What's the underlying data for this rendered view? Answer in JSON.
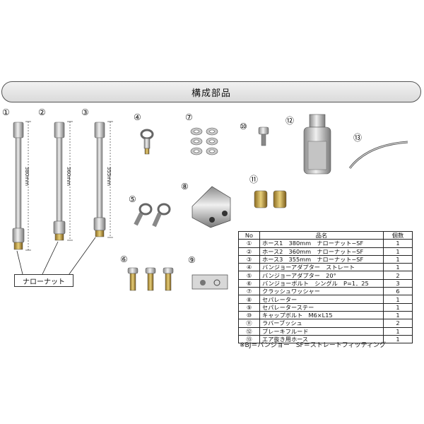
{
  "header": {
    "title": "構成部品"
  },
  "markers": [
    "①",
    "②",
    "③",
    "④",
    "⑤",
    "⑥",
    "⑦",
    "⑧",
    "⑨",
    "⑩",
    "⑪",
    "⑫",
    "⑬"
  ],
  "dimensions": {
    "hose1": "380mm",
    "hose2": "360mm",
    "hose3": "355mm"
  },
  "callout": {
    "label": "ナローナット"
  },
  "table": {
    "headers": {
      "no": "No",
      "name": "品名",
      "qty": "個数"
    },
    "rows": [
      {
        "no": "①",
        "name": "ホース1　380mm　ナローナット−SF",
        "qty": "1"
      },
      {
        "no": "②",
        "name": "ホース2　360mm　ナローナット−SF",
        "qty": "1"
      },
      {
        "no": "③",
        "name": "ホース3　355mm　ナローナット−SF",
        "qty": "1"
      },
      {
        "no": "④",
        "name": "バンジョーアダプター　ストレート",
        "qty": "1"
      },
      {
        "no": "⑤",
        "name": "バンジョーアダプター　20°",
        "qty": "2"
      },
      {
        "no": "⑥",
        "name": "バンジョーボルト　シングル　P=1．25",
        "qty": "3"
      },
      {
        "no": "⑦",
        "name": "クラッシュワッシャー",
        "qty": "6"
      },
      {
        "no": "⑧",
        "name": "セパレーター",
        "qty": "1"
      },
      {
        "no": "⑨",
        "name": "セパレーターステー",
        "qty": "1"
      },
      {
        "no": "⑩",
        "name": "キャップボルト　M6×L15",
        "qty": "1"
      },
      {
        "no": "⑪",
        "name": "ラバーブッシュ",
        "qty": "2"
      },
      {
        "no": "⑫",
        "name": "ブレーキフルード",
        "qty": "1"
      },
      {
        "no": "⑬",
        "name": "エア抜き用ホース",
        "qty": "1"
      }
    ]
  },
  "note": "※BJ＝バンジョー　SF＝ストレートフィッティング"
}
